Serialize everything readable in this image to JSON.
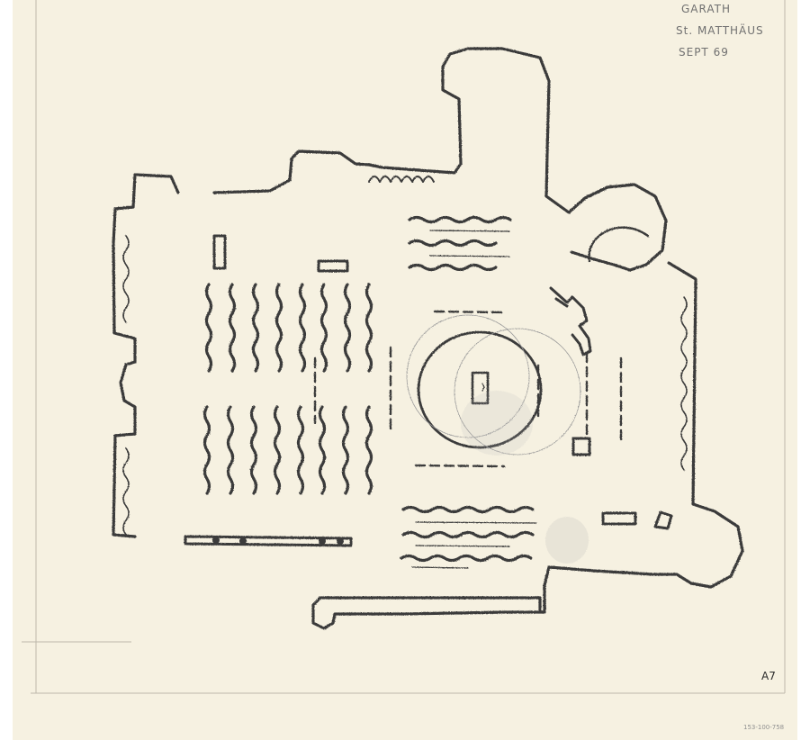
{
  "annotations": {
    "place": "GARATH",
    "church": "St. MATTHÄUS",
    "date": "SEPT 69",
    "sheet_number": "A7",
    "archive_number": "153-100-758"
  },
  "colors": {
    "paper": "#f6f1e1",
    "pencil": "#3a3a3a",
    "frame_line": "#bdb8aa"
  }
}
